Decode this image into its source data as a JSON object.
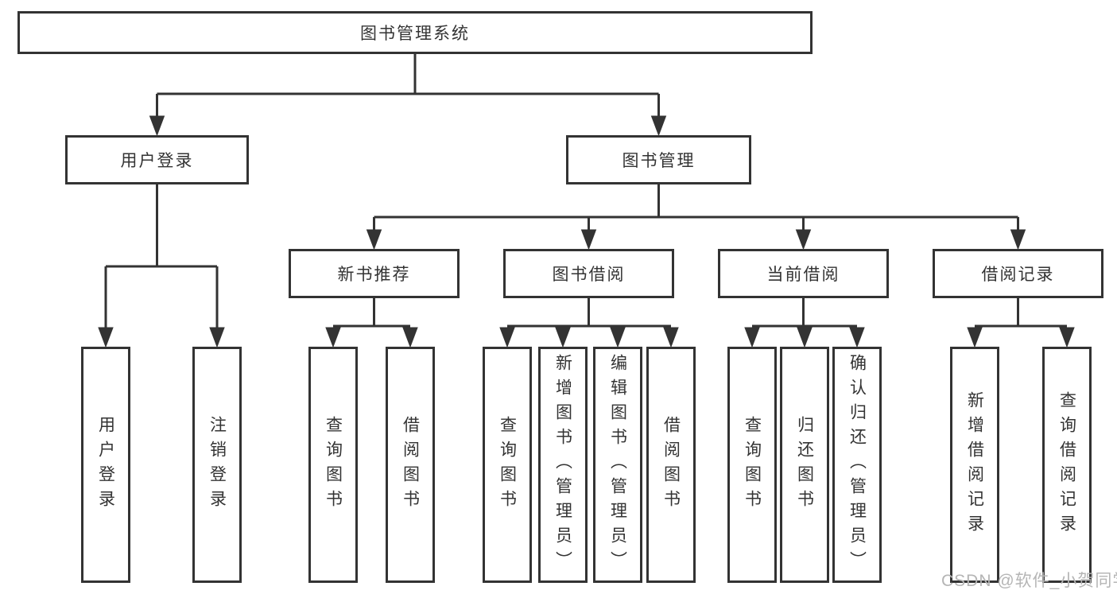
{
  "diagram": {
    "root": "图书管理系统",
    "branches": [
      {
        "label": "用户登录",
        "children": [
          "用户登录",
          "注销登录"
        ]
      },
      {
        "label": "图书管理",
        "children": [
          {
            "label": "新书推荐",
            "children": [
              "查询图书",
              "借阅图书"
            ]
          },
          {
            "label": "图书借阅",
            "children": [
              "查询图书",
              "新增图书（管理员）",
              "编辑图书（管理员）",
              "借阅图书"
            ]
          },
          {
            "label": "当前借阅",
            "children": [
              "查询图书",
              "归还图书",
              "确认归还（管理员）"
            ]
          },
          {
            "label": "借阅记录",
            "children": [
              "新增借阅记录",
              "查询借阅记录"
            ]
          }
        ]
      }
    ]
  },
  "watermark": {
    "text": "CSDN @软件_小贺同学"
  },
  "colors": {
    "line": "#333333",
    "box_border": "#333333",
    "text": "#333333",
    "watermark": "#b5b5b5",
    "background": "#ffffff"
  }
}
